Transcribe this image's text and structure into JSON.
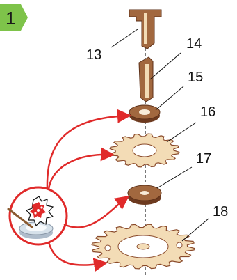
{
  "step": {
    "number": "1",
    "badge_color": "#7ec34a"
  },
  "parts": [
    {
      "id": "13",
      "label": "13"
    },
    {
      "id": "14",
      "label": "14"
    },
    {
      "id": "15",
      "label": "15"
    },
    {
      "id": "16",
      "label": "16"
    },
    {
      "id": "17",
      "label": "17"
    },
    {
      "id": "18",
      "label": "18"
    }
  ],
  "colors": {
    "wood_face": "#f3dcb6",
    "wood_dark": "#8a4a2a",
    "wood_edge": "#5e3119",
    "arrow": "#e02a2a",
    "glue_dish": "#d6e1ea"
  },
  "icons": {
    "glue": "glue-dish-icon"
  }
}
